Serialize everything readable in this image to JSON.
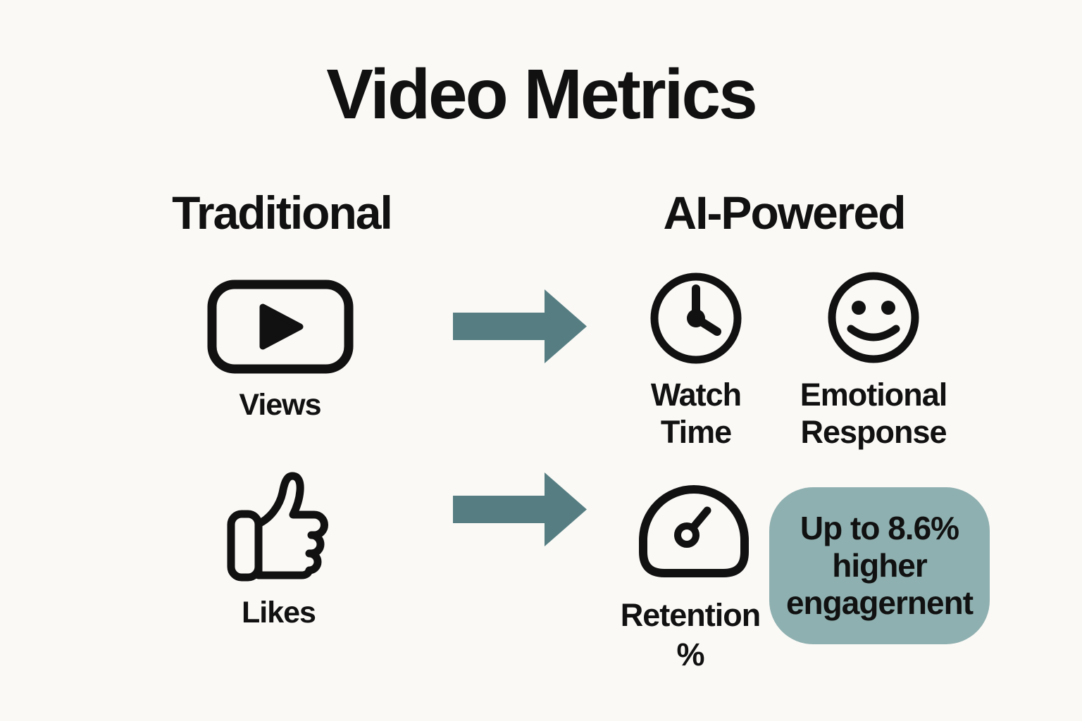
{
  "title": "Video Metrics",
  "colors": {
    "background": "#faf9f6",
    "ink": "#111111",
    "arrow": "#567e82",
    "badge_background": "#8fb0b0"
  },
  "traditional": {
    "header": "Traditional",
    "items": [
      {
        "icon": "video-play-icon",
        "label": "Views"
      },
      {
        "icon": "thumbs-up-icon",
        "label": "Likes"
      }
    ]
  },
  "ai_powered": {
    "header": "AI-Powered",
    "items": [
      {
        "icon": "clock-icon",
        "label": "Watch Time",
        "label_lines": [
          "Watch",
          "Time"
        ]
      },
      {
        "icon": "smiley-face-icon",
        "label": "Emotional Response",
        "label_lines": [
          "Emotional",
          "Response"
        ]
      },
      {
        "icon": "gauge-icon",
        "label": "Retention %",
        "label_lines": [
          "Retention",
          "%"
        ]
      }
    ]
  },
  "badge": {
    "text": "Up to 8.6% higher engagernent",
    "text_lines": [
      "Up to 8.6%",
      "higher",
      "engagernent"
    ]
  }
}
